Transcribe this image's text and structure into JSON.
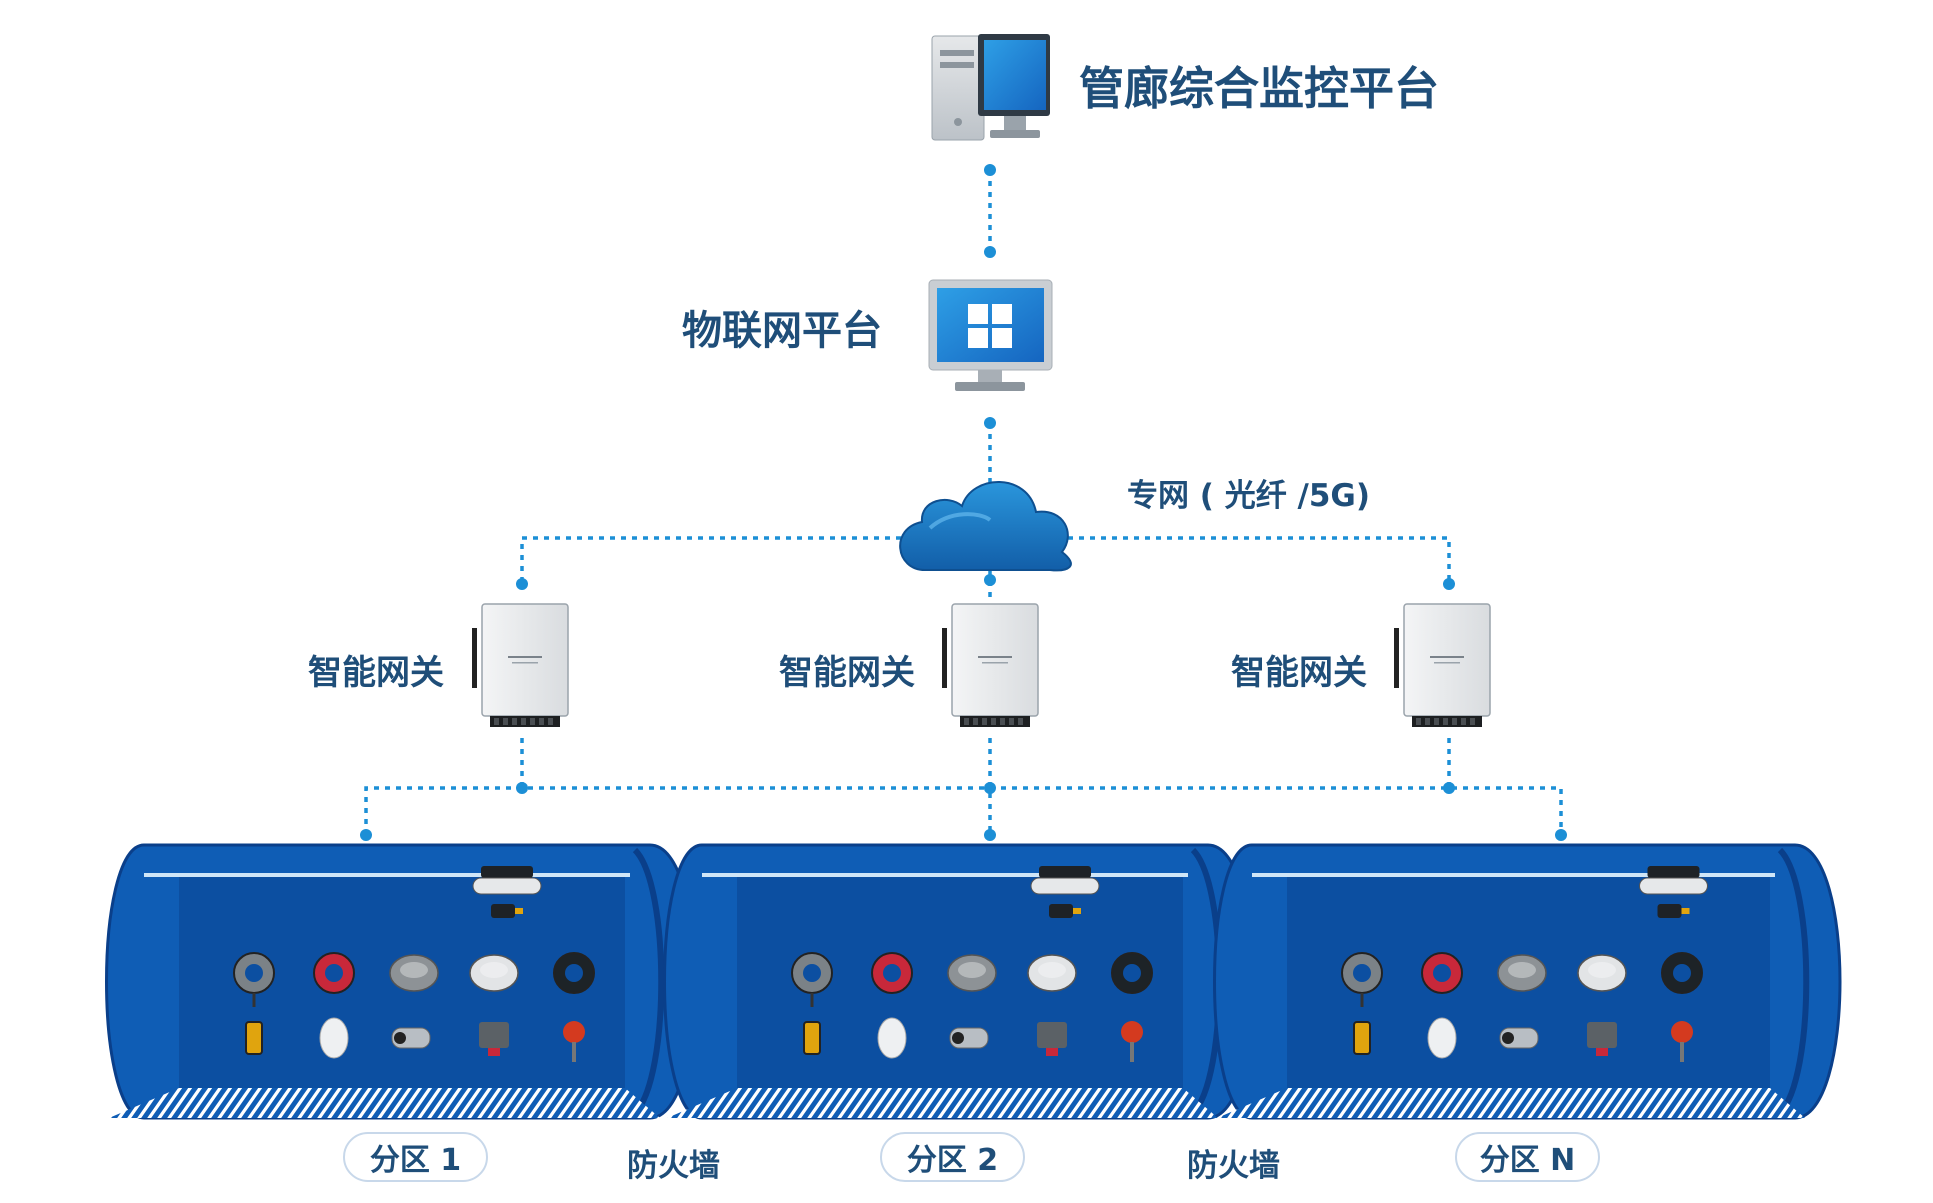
{
  "title": "管廊综合监控平台",
  "iot_platform": "物联网平台",
  "network": "专网 ( 光纤 /5G)",
  "gateways": [
    {
      "label": "智能网关"
    },
    {
      "label": "智能网关"
    },
    {
      "label": "智能网关"
    }
  ],
  "zones": [
    {
      "label": "分区 1"
    },
    {
      "label": "分区 2"
    },
    {
      "label": "分区 N"
    }
  ],
  "firewalls": [
    {
      "label": "防火墙"
    },
    {
      "label": "防火墙"
    }
  ],
  "colors": {
    "text": "#1f4e79",
    "tunnel": "#0f5db5",
    "tunnel_dark": "#0a3f8a",
    "link": "#1c8fd6",
    "cloud": "#1a7cc8"
  },
  "sensor_icons": [
    "ring-sensor-icon",
    "current-transformer-icon",
    "manhole-cover-icon",
    "smoke-detector-icon",
    "cable-coil-icon",
    "handheld-detector-icon",
    "pir-sensor-icon",
    "bullet-camera-icon",
    "water-level-sensor-icon",
    "gas-detector-icon"
  ]
}
